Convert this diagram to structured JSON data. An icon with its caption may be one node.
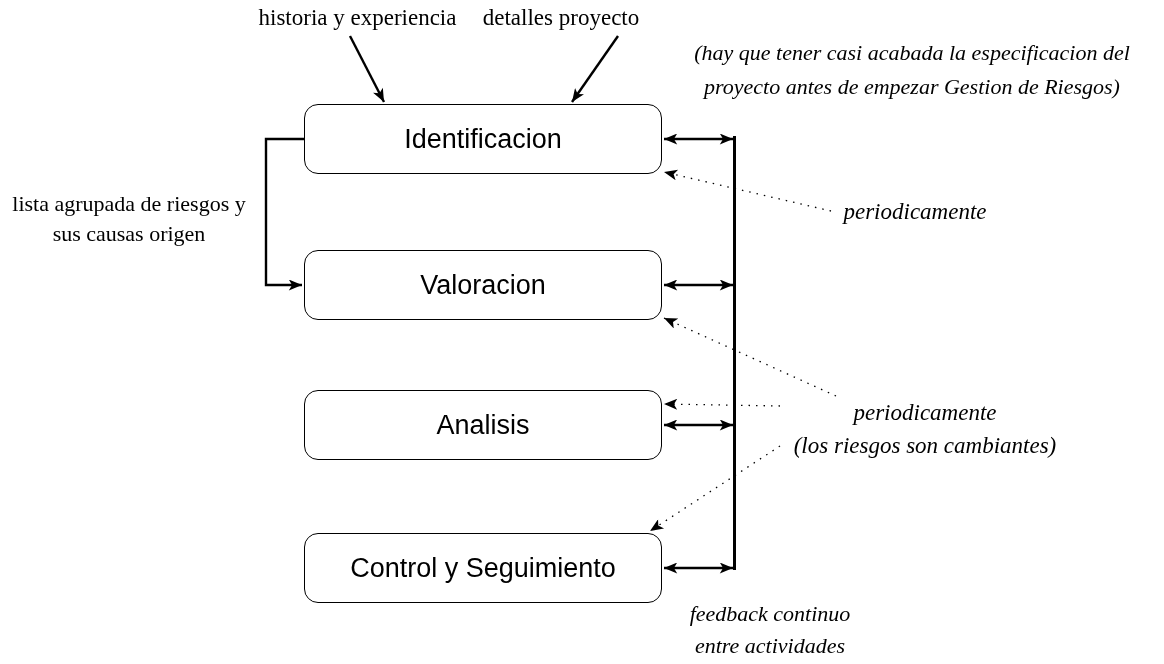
{
  "diagram": {
    "nodes": [
      {
        "text": [
          "Identificacion"
        ]
      },
      {
        "text": [
          "Valoracion"
        ]
      },
      {
        "text": [
          "Analisis"
        ]
      },
      {
        "text": [
          "Control y Seguimiento"
        ]
      },
      {
        "text": [
          "historia y experiencia"
        ]
      },
      {
        "text": [
          "detalles proyecto"
        ]
      },
      {
        "text": [
          "periodicamente"
        ]
      },
      {
        "text": [
          "periodicamente",
          "(los riesgos son cambiantes)"
        ]
      },
      {
        "text": [],
        "shape": "bar",
        "beside": [
          "feedback continuo entre actividades"
        ]
      }
    ],
    "edges": [
      {
        "from": 4,
        "to": 0,
        "arrow": "to"
      },
      {
        "from": 5,
        "to": 0,
        "arrow": "to"
      },
      {
        "from": 0,
        "to": 1,
        "arrow": "to",
        "label": "lista agrupada de riesgos y sus causas origen"
      },
      {
        "from": 0,
        "to": 8,
        "arrow": "both"
      },
      {
        "from": 1,
        "to": 8,
        "arrow": "both"
      },
      {
        "from": 2,
        "to": 8,
        "arrow": "both"
      },
      {
        "from": 3,
        "to": 8,
        "arrow": "both"
      },
      {
        "from": 6,
        "to": 0,
        "arrow": "to",
        "style": "dashed"
      },
      {
        "from": 7,
        "to": 1,
        "arrow": "to",
        "style": "dashed"
      },
      {
        "from": 7,
        "to": 2,
        "arrow": "to",
        "style": "dashed"
      },
      {
        "from": 7,
        "to": 3,
        "arrow": "to",
        "style": "dashed"
      }
    ],
    "labels": [
      "(hay que tener casi acabada la especificacion del proyecto antes de empezar Gestion de Riesgos)"
    ]
  }
}
